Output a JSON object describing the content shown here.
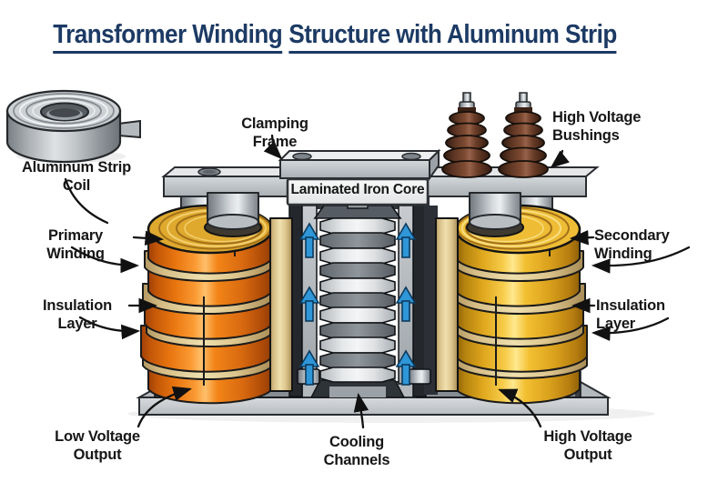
{
  "title": {
    "part1": "Transformer Winding",
    "part2": "Structure with Aluminum Strip"
  },
  "labels": {
    "aluminum_strip_coil": "Aluminum Strip Coil",
    "clamping_frame": "Clamping Frame",
    "high_voltage_bushings_line1": "High Voltage",
    "high_voltage_bushings_line2": "Bushings",
    "laminated_iron_core": "Laminated Iron Core",
    "primary_winding": "Primary Winding",
    "insulation_layer_left": "Insulation Layer",
    "secondary_winding": "Secondary Winding",
    "insulation_layer_right": "Insulation Layer",
    "low_voltage_output": "Low Voltage Output",
    "cooling_channels": "Cooling Channels",
    "high_voltage_output": "High Voltage Output"
  },
  "colors": {
    "title_navy": "#1c3a64",
    "label_black": "#161616",
    "primary_winding_orange": "#ee7d1a",
    "secondary_winding_gold": "#f0bc3a",
    "insulation_cream": "#e9d9a8",
    "core_gray": "#9aa1a7",
    "cooling_arrow_blue": "#2f96d8",
    "bushing_brown": "#6b4434",
    "metal_silver": "#c7cbce",
    "background": "#ffffff"
  }
}
